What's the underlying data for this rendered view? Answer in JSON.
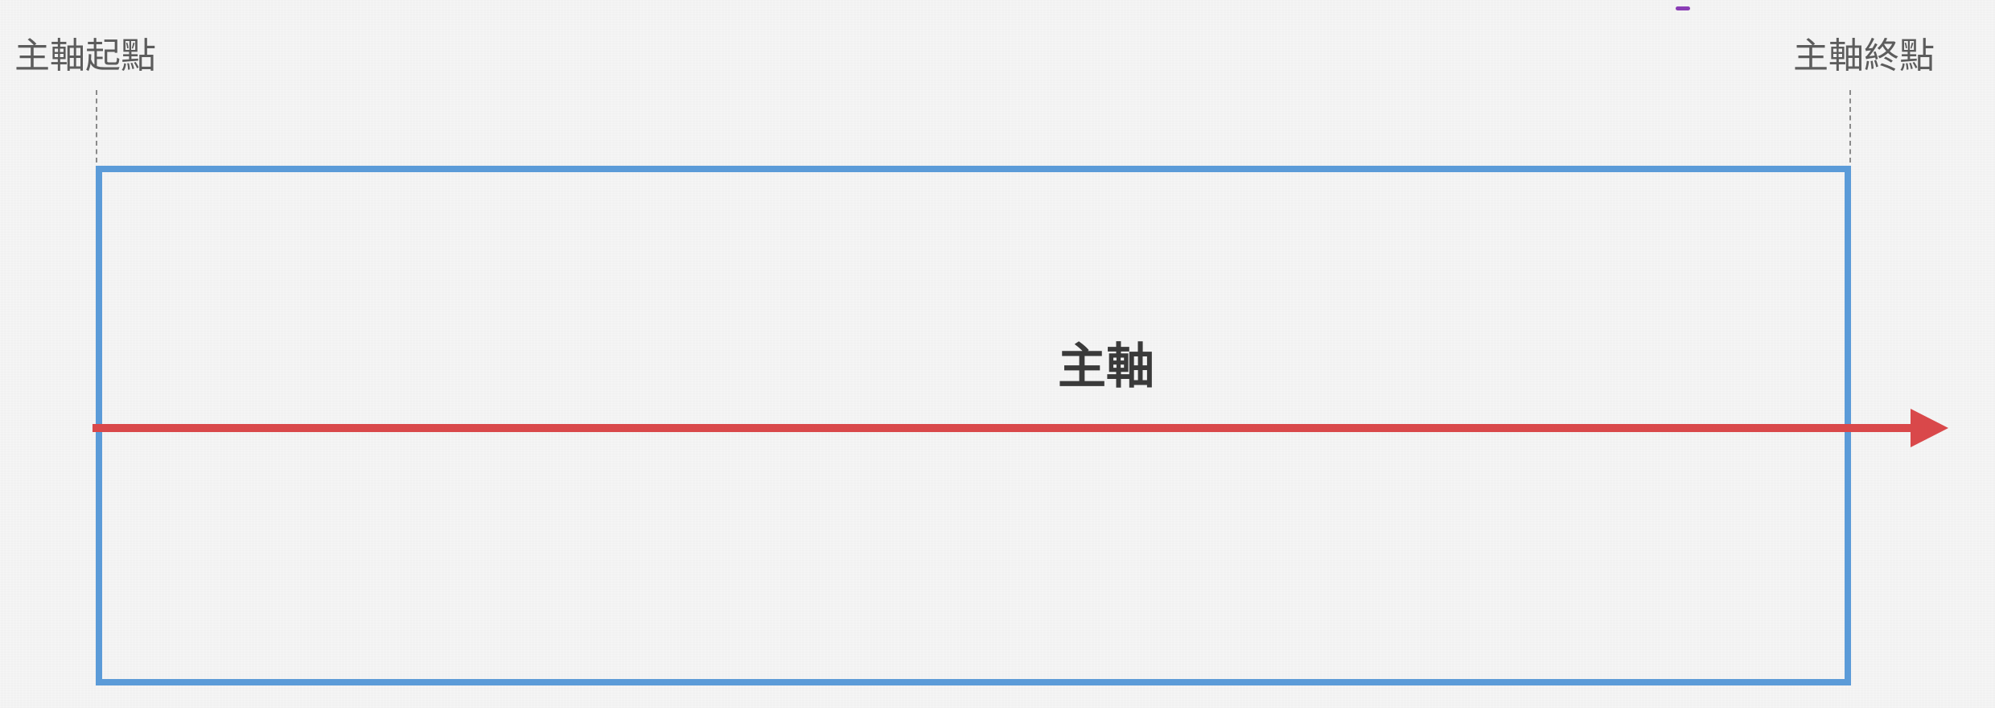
{
  "diagram": {
    "main_start_label": "主軸起點",
    "main_end_label": "主軸終點",
    "main_axis_label": "主軸"
  },
  "colors": {
    "container_border": "#5b9bd8",
    "axis_arrow": "#d9484a",
    "label_text": "#5c5c5c",
    "title_text": "#3a3a3a"
  }
}
